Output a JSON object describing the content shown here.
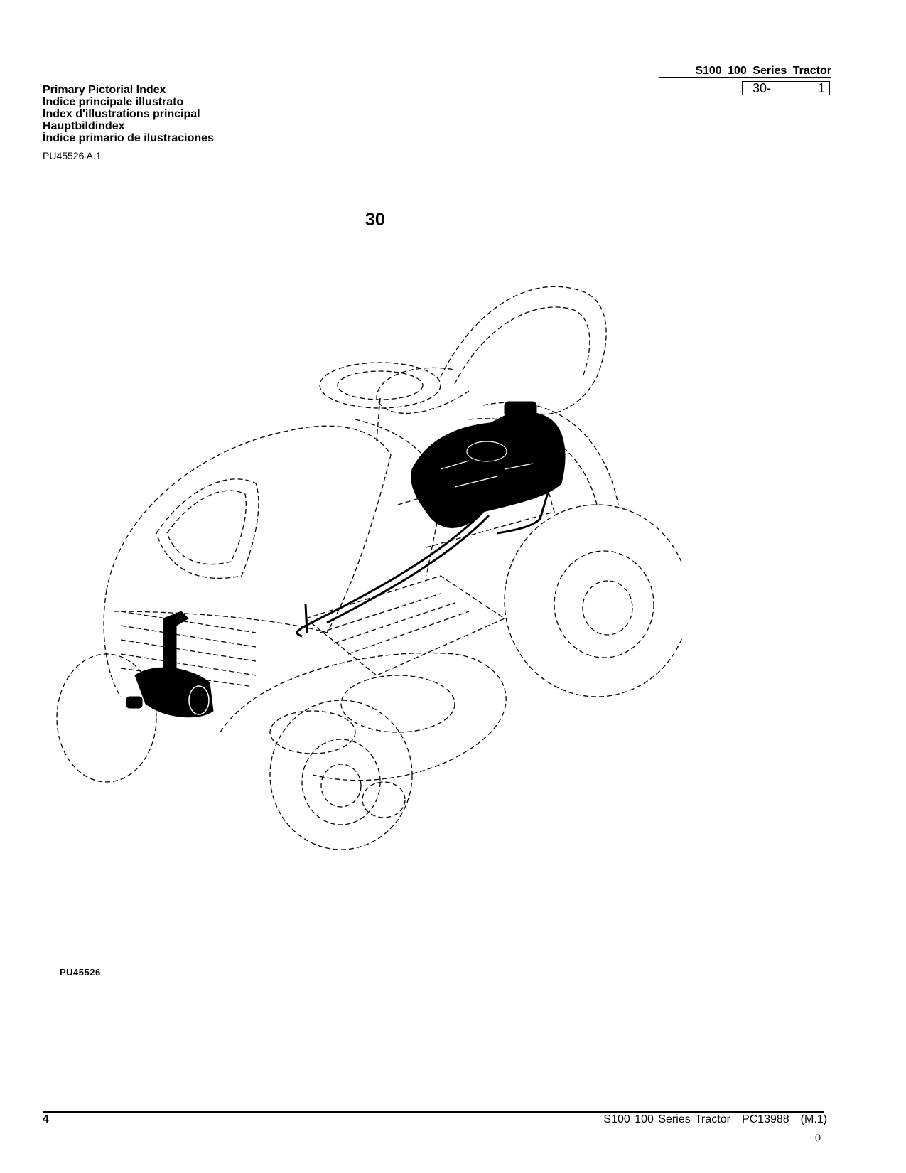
{
  "header": {
    "title": "S100 100 Series Tractor",
    "section": "30-",
    "page_in_section": "1"
  },
  "titles": [
    "Primary Pictorial Index",
    "Indice principale illustrato",
    "Index d'illustrations principal",
    "Hauptbildindex",
    "Índice primario de ilustraciones"
  ],
  "ref_code": "PU45526 A.1",
  "callout": "30",
  "figure_label": "PU45526",
  "footer": {
    "page_number": "4",
    "title": "S100 100 Series Tractor",
    "doc_code": "PC13988",
    "revision": "(M.1)",
    "mark": "()"
  }
}
